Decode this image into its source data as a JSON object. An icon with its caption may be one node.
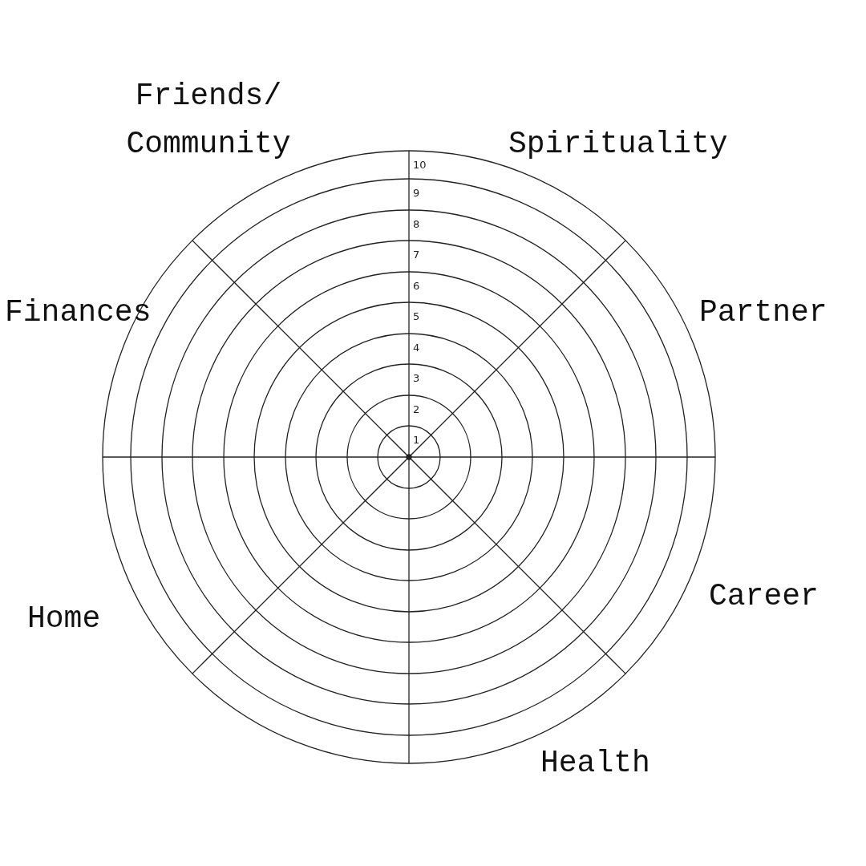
{
  "diagram": {
    "labels": [
      "Friends/ Community",
      "Spirituality",
      "Finances",
      "Partner",
      "Home",
      "Career",
      "Health",
      "10",
      "9",
      "8",
      "7",
      "6",
      "5",
      "4",
      "3",
      "2",
      "1"
    ]
  }
}
